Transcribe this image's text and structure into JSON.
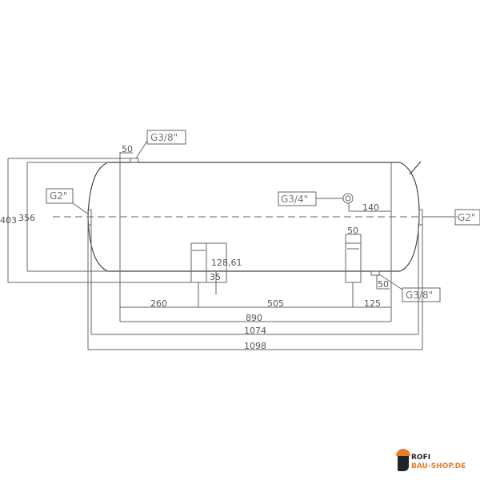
{
  "labels": {
    "top_fitting": "G3/8\"",
    "left_inlet": "G2\"",
    "right_outlet": "G2\"",
    "side_fitting": "G3/4\"",
    "bottom_fitting": "G3/8\""
  },
  "dimensions": {
    "top_fitting_offset": "50",
    "overall_height": "403",
    "body_diameter": "356",
    "foot_height": "128,61",
    "foot_clearance": "35",
    "side_fitting_offset": "140",
    "foot_width": "50",
    "bottom_fitting_offset": "50",
    "left_foot_pos": "260",
    "foot_spacing": "505",
    "right_foot_pos": "125",
    "cylinder_length": "890",
    "body_length": "1074",
    "overall_length": "1098"
  },
  "logo": {
    "line1": "ROFI",
    "line2": "BAU-SHOP.DE"
  },
  "colors": {
    "line": "#666666",
    "logo_orange": "#f07a1e"
  }
}
